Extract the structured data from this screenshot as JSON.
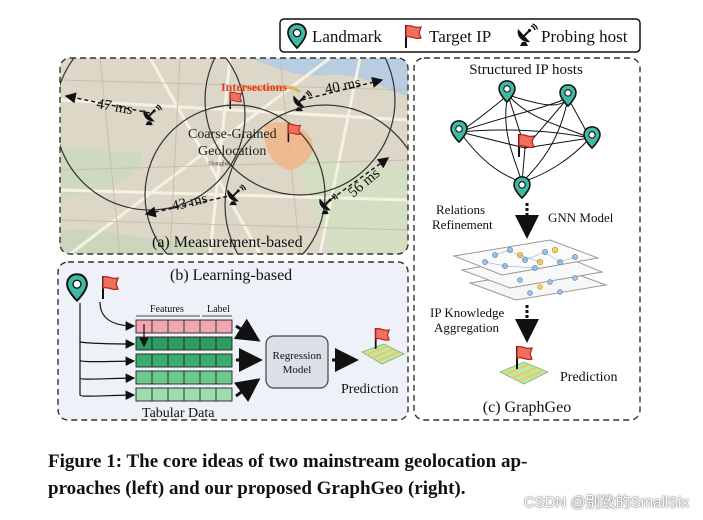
{
  "legend": {
    "landmark": "Landmark",
    "target_ip": "Target IP",
    "probing_host": "Probing host"
  },
  "panel_a": {
    "title": "(a) Measurement-based",
    "intersections": "Intersections",
    "coarse_line1": "Coarse-Grained",
    "coarse_line2": "Geolocation",
    "city": "Shanghai",
    "d1": "47 ms",
    "d2": "40 ms",
    "d3": "43 ms",
    "d4": "56 ms"
  },
  "panel_b": {
    "title": "(b) Learning-based",
    "features": "Features",
    "label": "Label",
    "tabular": "Tabular Data",
    "model_line1": "Regression",
    "model_line2": "Model",
    "prediction": "Prediction"
  },
  "panel_c": {
    "structured": "Structured IP hosts",
    "relations_line1": "Relations",
    "relations_line2": "Refinement",
    "gnn": "GNN Model",
    "ipk_line1": "IP Knowledge",
    "ipk_line2": "Aggregation",
    "prediction": "Prediction",
    "title": "(c) GraphGeo"
  },
  "caption": {
    "line1": "Figure 1: The core ideas of two mainstream geolocation ap-",
    "line2": "proaches (left) and our proposed GraphGeo (right)."
  },
  "watermark": "CSDN @别致的SmallSix",
  "colors": {
    "landmark": "#2a9d8f",
    "target": "#e03a2f",
    "row_label": "#f3a7b0",
    "row_dark": "#2e9c63",
    "row_light": "#8fd3a4",
    "intersection": "#e23b2e"
  }
}
